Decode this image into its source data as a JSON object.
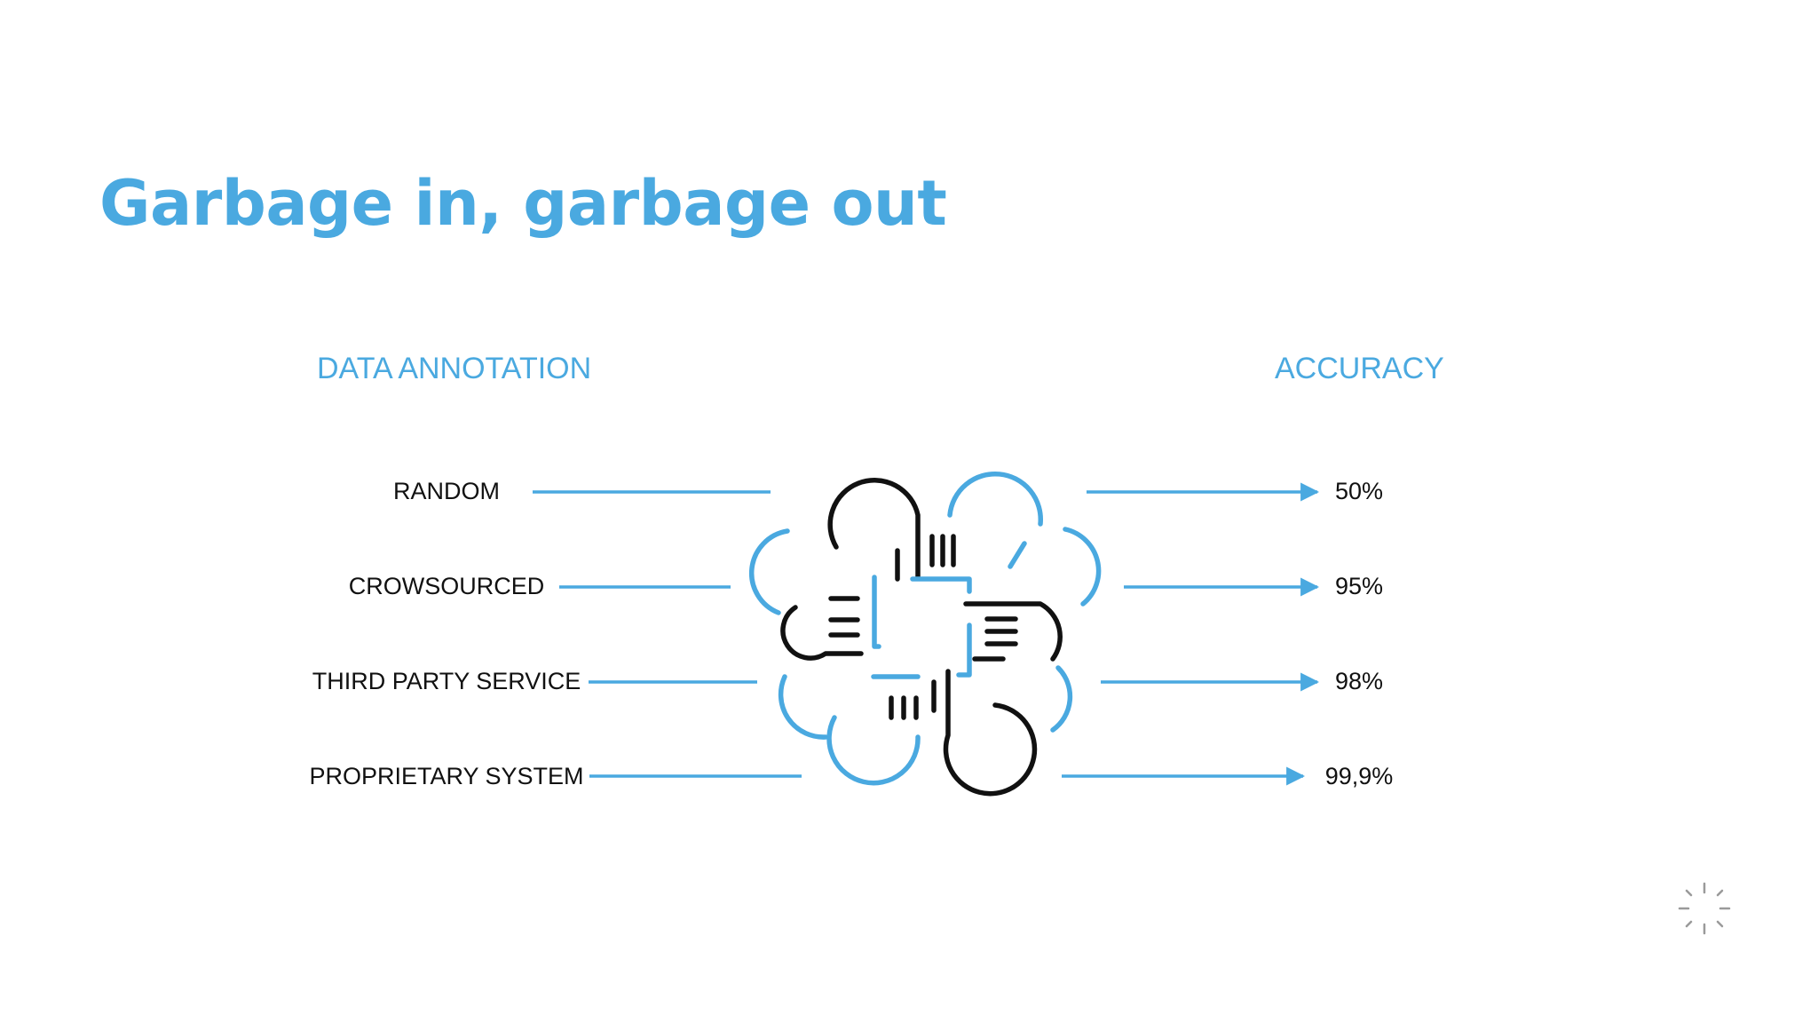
{
  "slide": {
    "title": "Garbage in, garbage out"
  },
  "headers": {
    "left": "DATA ANNOTATION",
    "right": "ACCURACY"
  },
  "rows": [
    {
      "label": "RANDOM",
      "value": "50%"
    },
    {
      "label": "CROWSOURCED",
      "value": "95%"
    },
    {
      "label": "THIRD PARTY SERVICE",
      "value": "98%"
    },
    {
      "label": "PROPRIETARY SYSTEM",
      "value": "99,9%"
    }
  ],
  "colors": {
    "accent": "#4aa9e0",
    "text": "#111111",
    "dark_stroke": "#111111"
  },
  "icons": {
    "center": "hands-teamwork-icon",
    "corner": "loading-spinner-icon"
  }
}
